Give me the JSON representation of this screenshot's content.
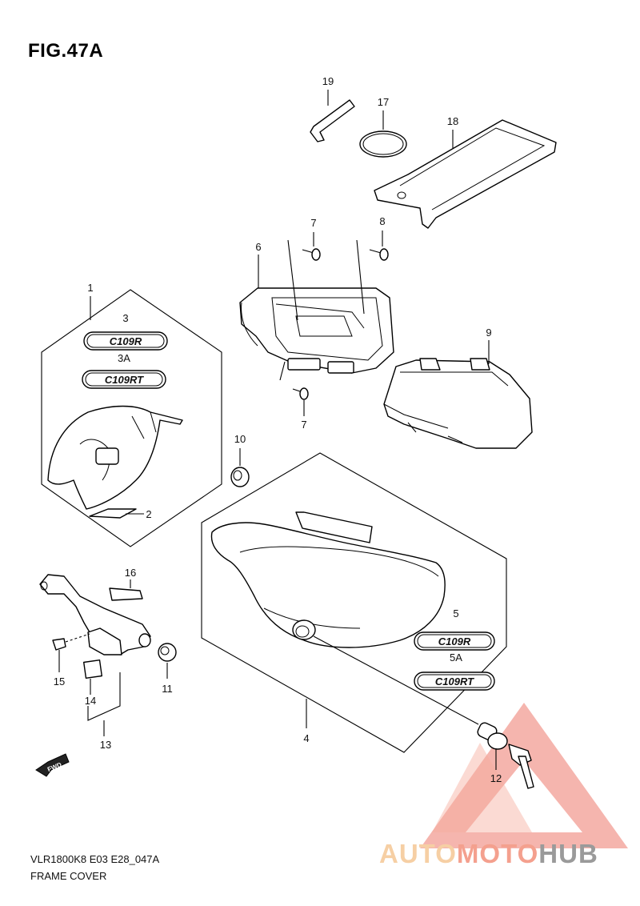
{
  "figure": {
    "title": "FIG.47A",
    "model_code": "VLR1800K8 E03 E28_047A",
    "name": "FRAME COVER"
  },
  "callouts": {
    "c1": "1",
    "c2": "2",
    "c3": "3",
    "c3a": "3A",
    "c4": "4",
    "c5": "5",
    "c5a": "5A",
    "c6": "6",
    "c7a": "7",
    "c7b": "7",
    "c8": "8",
    "c9": "9",
    "c10": "10",
    "c11": "11",
    "c12": "12",
    "c13": "13",
    "c14": "14",
    "c15": "15",
    "c16": "16",
    "c17": "17",
    "c18": "18",
    "c19": "19"
  },
  "emblems": {
    "e3": "C109R",
    "e3a": "C109RT",
    "e5": "C109R",
    "e5a": "C109RT"
  },
  "fwd_label": "FWD",
  "watermark": {
    "part1": "AUTO",
    "part2": "MOTO",
    "part3": "HUB",
    "colors": {
      "auto": "#f6cfa4",
      "moto": "#f4a08e",
      "hub": "#9a9a9a",
      "triangle": "#f08b80"
    }
  }
}
